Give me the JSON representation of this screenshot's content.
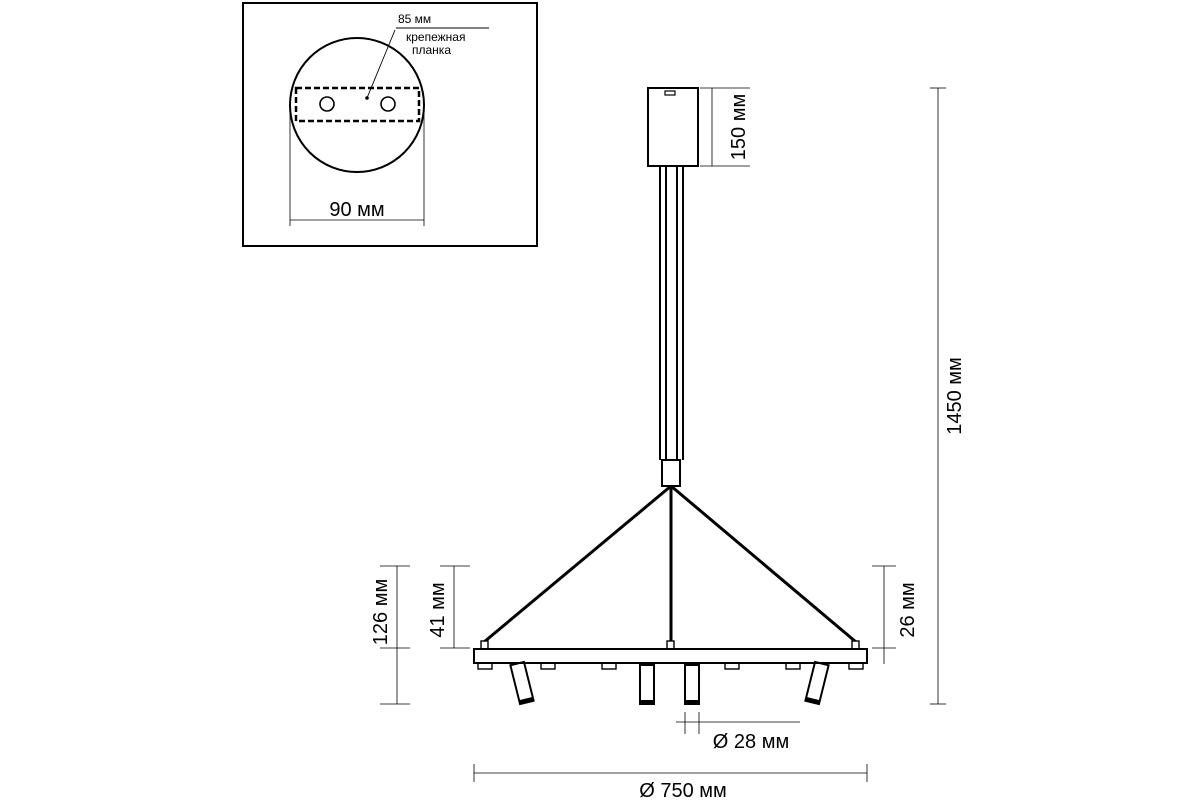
{
  "inset": {
    "dim_85": "85 мм",
    "bracket_line1": "крепежная",
    "bracket_line2": "планка",
    "dim_90": "90 мм"
  },
  "dims": {
    "canopy_height": "150 мм",
    "total_height": "1450 мм",
    "h_126": "126 мм",
    "h_41": "41 мм",
    "h_26": "26 мм",
    "spot_diameter": "Ø 28 мм",
    "ring_diameter": "Ø 750 мм"
  }
}
